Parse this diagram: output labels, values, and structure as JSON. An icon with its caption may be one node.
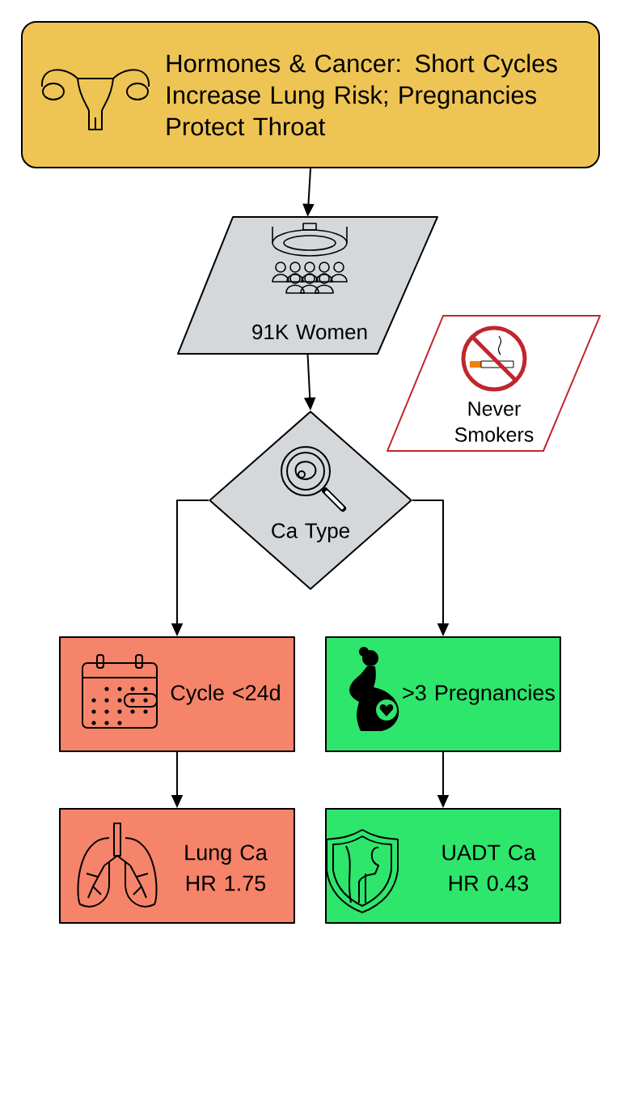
{
  "diagram": {
    "nodes": [
      {
        "text": [
          "Hormones & Cancer: Short Cycles Increase Lung Risk; Pregnancies Protect Throat"
        ]
      },
      {
        "text": [
          "91K Women"
        ]
      },
      {
        "text": [
          "Never Smokers"
        ]
      },
      {
        "text": [
          "Ca Type"
        ]
      },
      {
        "text": [
          "Cycle <24d"
        ]
      },
      {
        "text": [
          ">3 Pregnancies"
        ]
      },
      {
        "text": [
          "Lung Ca HR 1.75"
        ]
      },
      {
        "text": [
          "UADT Ca HR 0.43"
        ]
      }
    ],
    "edges": [
      {
        "from": 0,
        "to": 1,
        "arrow": "to"
      },
      {
        "from": 1,
        "to": 3,
        "arrow": "to"
      },
      {
        "from": 3,
        "to": 4,
        "arrow": "to"
      },
      {
        "from": 3,
        "to": 5,
        "arrow": "to"
      },
      {
        "from": 4,
        "to": 6,
        "arrow": "to"
      },
      {
        "from": 5,
        "to": 7,
        "arrow": "to"
      }
    ]
  }
}
